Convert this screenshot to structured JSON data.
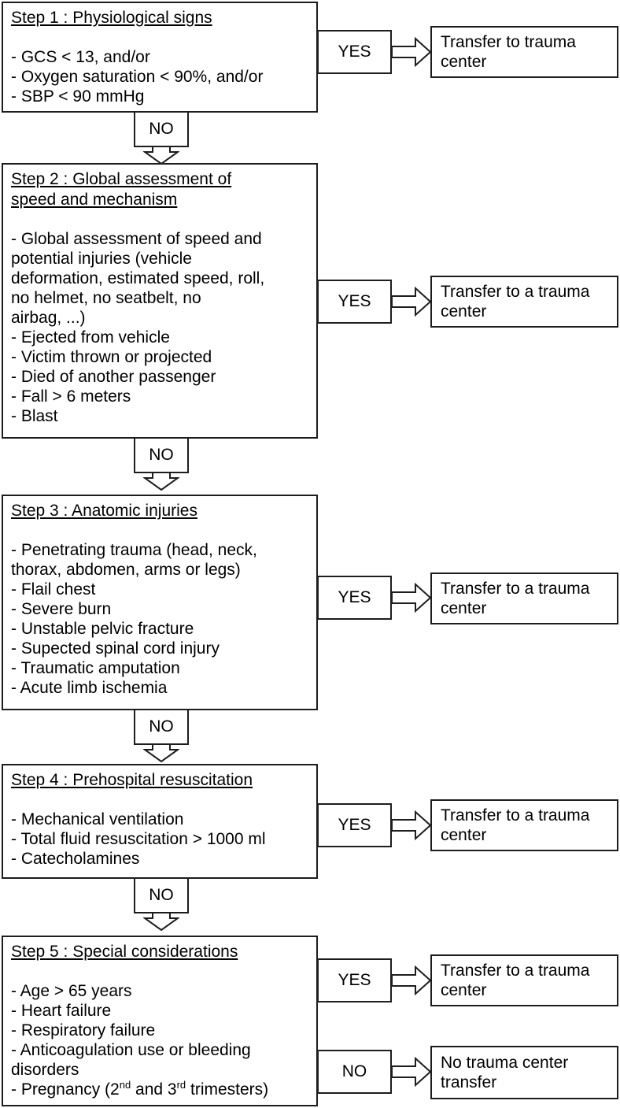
{
  "colors": {
    "background": "#ffffff",
    "line_color": "#1d1d1d",
    "text_color": "#000000"
  },
  "steps": [
    {
      "title_lines": [
        "Step 1 : Physiological signs"
      ],
      "lines": [
        "- GCS < 13, and/or",
        "- Oxygen saturation < 90%, and/or",
        "- SBP < 90 mmHg"
      ],
      "yes_label": "YES",
      "no_label": "NO",
      "yes_result_lines": [
        "Transfer to trauma",
        "center"
      ]
    },
    {
      "title_lines": [
        "Step 2 : Global assessment of",
        "speed and mechanism"
      ],
      "lines": [
        "- Global assessment of speed and",
        "potential injuries (vehicle",
        "deformation, estimated speed, roll,",
        "no helmet, no seatbelt, no",
        "airbag, ...)",
        "- Ejected from vehicle",
        "- Victim thrown or projected",
        "- Died of another passenger",
        "- Fall > 6 meters",
        "- Blast"
      ],
      "yes_label": "YES",
      "no_label": "NO",
      "yes_result_lines": [
        "Transfer to a trauma",
        "center"
      ]
    },
    {
      "title_lines": [
        "Step 3 : Anatomic injuries"
      ],
      "lines": [
        "- Penetrating trauma (head, neck,",
        "thorax, abdomen, arms or legs)",
        "- Flail chest",
        "- Severe burn",
        "- Unstable pelvic fracture",
        "- Supected spinal cord injury",
        "- Traumatic amputation",
        "- Acute limb ischemia"
      ],
      "yes_label": "YES",
      "no_label": "NO",
      "yes_result_lines": [
        "Transfer to a trauma",
        "center"
      ]
    },
    {
      "title_lines": [
        "Step 4 : Prehospital resuscitation"
      ],
      "lines": [
        "- Mechanical ventilation",
        "- Total fluid resuscitation > 1000 ml",
        "- Catecholamines"
      ],
      "yes_label": "YES",
      "no_label": "NO",
      "yes_result_lines": [
        "Transfer to a trauma",
        "center"
      ]
    },
    {
      "title_lines": [
        "Step 5 : Special considerations"
      ],
      "lines": [
        "- Age > 65 years",
        "- Heart failure",
        "- Respiratory failure",
        "- Anticoagulation use or bleeding",
        "disorders"
      ],
      "pregnancy_parts": [
        "- Pregnancy (2",
        "nd",
        " and 3",
        "rd",
        " trimesters)"
      ],
      "yes_label": "YES",
      "no_label": "NO",
      "yes_result_lines": [
        "Transfer to a trauma",
        "center"
      ],
      "no_result_lines": [
        "No trauma center",
        "transfer"
      ]
    }
  ]
}
